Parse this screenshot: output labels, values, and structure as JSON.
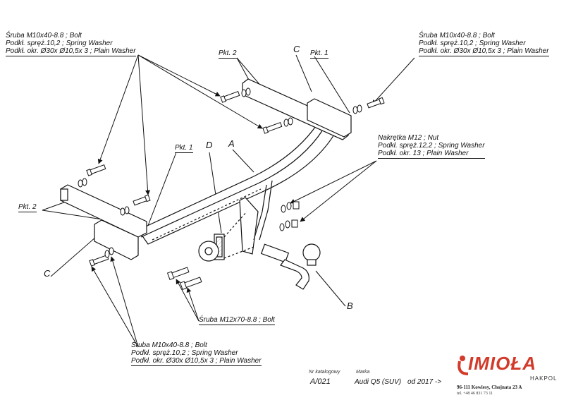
{
  "labels": {
    "top_left": [
      "Śruba M10x40-8.8 ;  Bolt",
      "Podkł. spręż.10,2 ; Spring Washer",
      "Podkł. okr.  Ø30x Ø10,5x 3 ; Plain Washer"
    ],
    "top_right": [
      "Śruba M10x40-8.8 ;  Bolt",
      "Podkł. spręż.10,2 ; Spring Washer",
      "Podkł. okr.  Ø30x Ø10,5x 3 ; Plain Washer"
    ],
    "nut": [
      "Nakrętka  M12 ; Nut",
      "Podkł. spręż.12,2 ; Spring Washer",
      "Podkł. okr. 13 ; Plain Washer"
    ],
    "bottom": [
      "Śruba M10x40-8.8 ;  Bolt",
      "Podkł. spręż.10,2 ; Spring Washer",
      "Podkł. okr.  Ø30x Ø10,5x 3 ; Plain Washer"
    ],
    "bolt_m12": "Śruba M12x70-8.8 ;  Bolt",
    "pkt2_top": "Pkt. 2",
    "pkt1_top": "Pkt. 1",
    "c_top": "C",
    "pkt1_mid": "Pkt. 1",
    "d": "D",
    "a": "A",
    "pkt2_left": "Pkt. 2",
    "c_left": "C",
    "b": "B"
  },
  "footer": {
    "catalog_caption": "Nr katalogowy",
    "catalog_number": "A/021",
    "brand_caption": "Marka",
    "brand_value": "Audi Q5 (SUV)",
    "year": "od 2017 ->"
  },
  "logo": {
    "name": "IMIOŁA",
    "sub": "HAKPOL",
    "address": "96-111 Kowiesy, Chojnata 23 A",
    "tel": "tel. +48 46 831 73 11",
    "color": "#d23a2a"
  }
}
